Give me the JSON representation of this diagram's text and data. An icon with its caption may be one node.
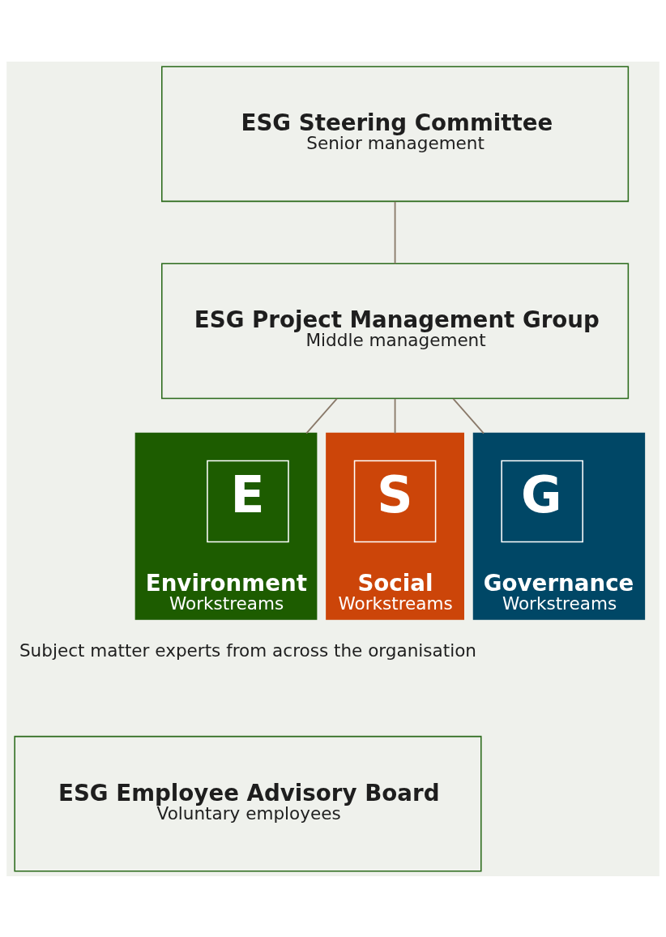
{
  "diagram": {
    "nodes": [
      {
        "text": [
          "ESG Steering Committee",
          "Senior management"
        ]
      },
      {
        "text": [
          "ESG Project Management Group",
          "Middle management"
        ]
      },
      {
        "text": [
          "Environment",
          "Workstreams"
        ]
      },
      {
        "text": [
          "E"
        ],
        "in": 2
      },
      {
        "text": [
          "Social",
          "Workstreams"
        ]
      },
      {
        "text": [
          "S"
        ],
        "in": 4
      },
      {
        "text": [
          "Governance",
          "Workstreams"
        ]
      },
      {
        "text": [
          "G"
        ],
        "in": 6
      },
      {
        "text": [
          "ESG Employee Advisory Board",
          "Voluntary employees"
        ]
      }
    ],
    "edges": [
      {
        "from": 0,
        "to": 1,
        "arrow": "none"
      },
      {
        "from": 1,
        "to": 2,
        "arrow": "none"
      },
      {
        "from": 1,
        "to": 4,
        "arrow": "none"
      },
      {
        "from": 1,
        "to": 6,
        "arrow": "none"
      }
    ],
    "labels": [
      "Subject matter experts from across the organisation"
    ]
  }
}
